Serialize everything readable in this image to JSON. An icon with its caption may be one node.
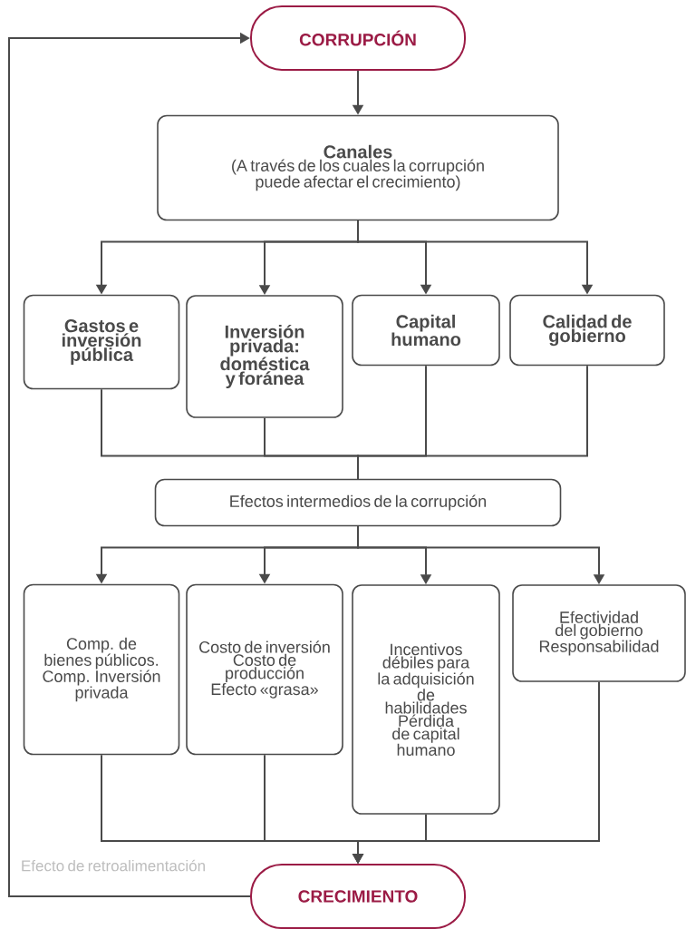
{
  "diagram": {
    "nodes": [
      {
        "text": [
          "CORRUPCIÓN"
        ]
      },
      {
        "text": [
          "Canales",
          "(A través de los cuales la corrupción puede afectar el crecimiento)"
        ]
      },
      {
        "text": [
          "Gastos e inversión pública"
        ]
      },
      {
        "text": [
          "Inversión privada: doméstica y foránea"
        ]
      },
      {
        "text": [
          "Capital humano"
        ]
      },
      {
        "text": [
          "Calidad de gobierno"
        ]
      },
      {
        "text": [
          "Efectos intermedios de la corrupción"
        ]
      },
      {
        "text": [
          "Comp. de bienes públicos.",
          "Comp. Inversión privada"
        ]
      },
      {
        "text": [
          "Costo de inversión",
          "Costo de producción",
          "Efecto «grasa»"
        ]
      },
      {
        "text": [
          "Incentivos débiles para la adquisición de habilidades",
          "Pérdida de capital humano"
        ]
      },
      {
        "text": [
          "Efectividad del gobierno",
          "Responsabilidad"
        ]
      },
      {
        "text": [
          "CRECIMIENTO"
        ]
      }
    ],
    "edges": [
      {
        "from": 0,
        "to": 1,
        "arrow": "to"
      },
      {
        "from": 1,
        "to": 2,
        "arrow": "to"
      },
      {
        "from": 1,
        "to": 3,
        "arrow": "to"
      },
      {
        "from": 1,
        "to": 4,
        "arrow": "to"
      },
      {
        "from": 1,
        "to": 5,
        "arrow": "to"
      },
      {
        "from": 2,
        "to": 6,
        "arrow": "none"
      },
      {
        "from": 3,
        "to": 6,
        "arrow": "none"
      },
      {
        "from": 4,
        "to": 6,
        "arrow": "none"
      },
      {
        "from": 5,
        "to": 6,
        "arrow": "none"
      },
      {
        "from": 6,
        "to": 7,
        "arrow": "to"
      },
      {
        "from": 6,
        "to": 8,
        "arrow": "to"
      },
      {
        "from": 6,
        "to": 9,
        "arrow": "to"
      },
      {
        "from": 6,
        "to": 10,
        "arrow": "to"
      },
      {
        "from": 7,
        "to": 11,
        "arrow": "to"
      },
      {
        "from": 8,
        "to": 11,
        "arrow": "to"
      },
      {
        "from": 9,
        "to": 11,
        "arrow": "to"
      },
      {
        "from": 10,
        "to": 11,
        "arrow": "to"
      },
      {
        "from": 11,
        "to": 0,
        "arrow": "to",
        "label": "Efecto de retroalimentación"
      }
    ]
  }
}
